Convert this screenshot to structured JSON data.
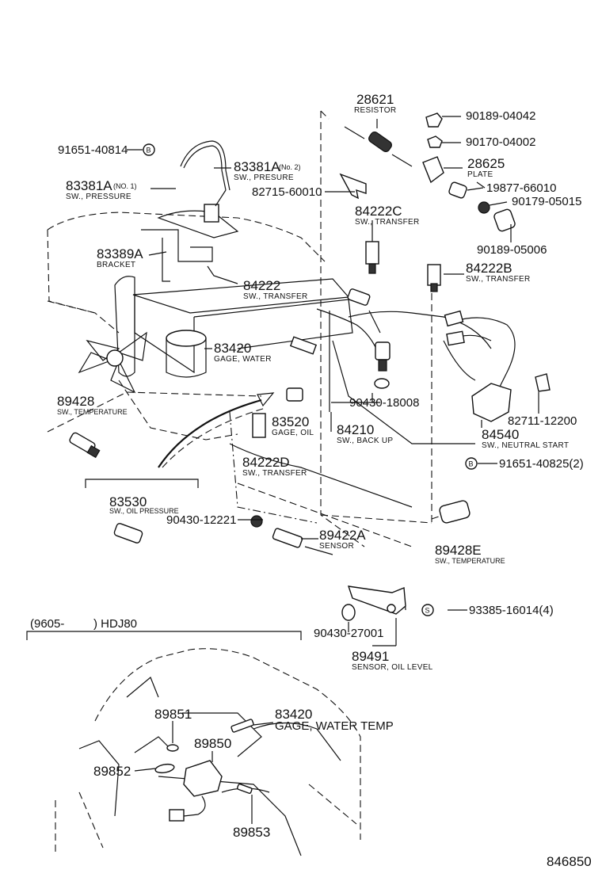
{
  "callouts": [
    {
      "id": "c28621",
      "number": "28621",
      "desc": "RESISTOR"
    },
    {
      "id": "c90189a",
      "number": "90189-04042",
      "desc": ""
    },
    {
      "id": "c90170",
      "number": "90170-04002",
      "desc": ""
    },
    {
      "id": "c28625",
      "number": "28625",
      "desc": "PLATE"
    },
    {
      "id": "c19877",
      "number": "19877-66010",
      "desc": ""
    },
    {
      "id": "c90179",
      "number": "90179-05015",
      "desc": ""
    },
    {
      "id": "c90189b",
      "number": "90189-05006",
      "desc": ""
    },
    {
      "id": "c91651a",
      "number": "91651-40814",
      "desc": "B"
    },
    {
      "id": "c83381a2",
      "number": "83381A",
      "qual": "(No. 2)",
      "desc": "SW., PRESURE"
    },
    {
      "id": "c83381a1",
      "number": "83381A",
      "qual": "(NO. 1)",
      "desc": "SW., PRESSURE"
    },
    {
      "id": "c82715",
      "number": "82715-60010",
      "desc": ""
    },
    {
      "id": "c84222c",
      "number": "84222C",
      "desc": "SW., TRANSFER"
    },
    {
      "id": "c83389a",
      "number": "83389A",
      "desc": "BRACKET"
    },
    {
      "id": "c84222b",
      "number": "84222B",
      "desc": "SW., TRANSFER"
    },
    {
      "id": "c84222",
      "number": "84222",
      "desc": "SW., TRANSFER"
    },
    {
      "id": "c83420a",
      "number": "83420",
      "desc": "GAGE, WATER"
    },
    {
      "id": "c89428",
      "number": "89428",
      "desc": "SW., TEMPERATURE"
    },
    {
      "id": "c90430a",
      "number": "90430-18008",
      "desc": ""
    },
    {
      "id": "c83520",
      "number": "83520",
      "desc": "GAGE, OIL"
    },
    {
      "id": "c84210",
      "number": "84210",
      "desc": "SW., BACK UP"
    },
    {
      "id": "c82711",
      "number": "82711-12200",
      "desc": ""
    },
    {
      "id": "c84540",
      "number": "84540",
      "desc": "SW., NEUTRAL START"
    },
    {
      "id": "c84222d",
      "number": "84222D",
      "desc": "SW., TRANSFER"
    },
    {
      "id": "c91651b",
      "number": "91651-40825(2)",
      "desc": "B"
    },
    {
      "id": "c83530",
      "number": "83530",
      "desc": "SW., OIL PRESSURE"
    },
    {
      "id": "c90430b",
      "number": "90430-12221",
      "desc": ""
    },
    {
      "id": "c89422a",
      "number": "89422A",
      "desc": "SENSOR"
    },
    {
      "id": "c89428e",
      "number": "89428E",
      "desc": "SW., TEMPERATURE"
    },
    {
      "id": "c93385",
      "number": "93385-16014(4)",
      "desc": "S"
    },
    {
      "id": "c90430c",
      "number": "90430-27001",
      "desc": ""
    },
    {
      "id": "c89491",
      "number": "89491",
      "desc": "SENSOR, OIL LEVEL"
    },
    {
      "id": "c89851",
      "number": "89851",
      "desc": ""
    },
    {
      "id": "c83420b",
      "number": "83420",
      "desc": "GAGE, WATER TEMP"
    },
    {
      "id": "c89850",
      "number": "89850",
      "desc": ""
    },
    {
      "id": "c89852",
      "number": "89852",
      "desc": ""
    },
    {
      "id": "c89853",
      "number": "89853",
      "desc": ""
    }
  ],
  "variant_label": {
    "start": "(9605-",
    "model": ") HDJ80"
  },
  "diagram_id": "846850"
}
